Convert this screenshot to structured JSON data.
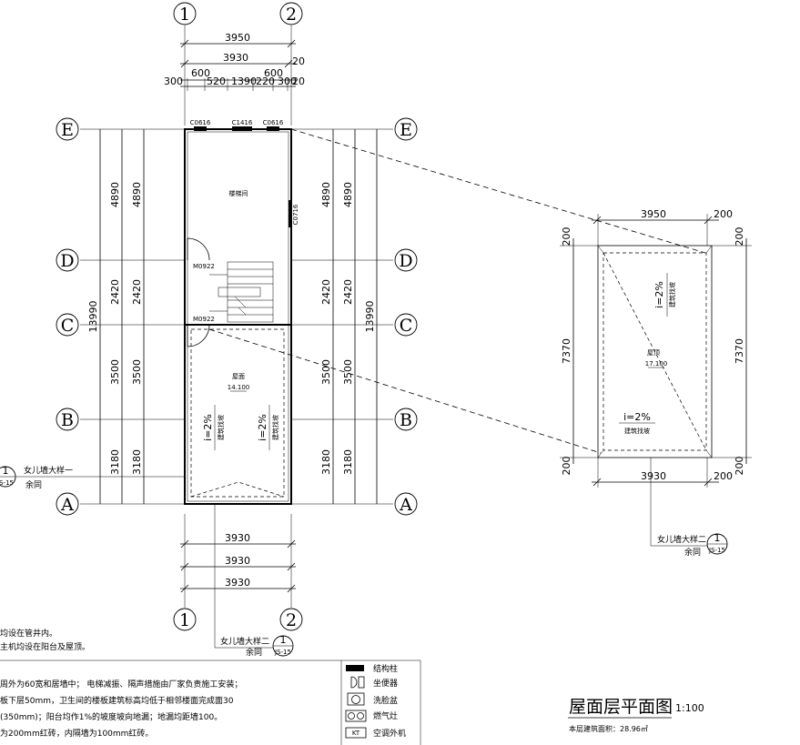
{
  "grid_axes": {
    "g1": "1",
    "g2": "2",
    "gE": "E",
    "gD": "D",
    "gC": "C",
    "gB": "B",
    "gA": "A"
  },
  "dims_top": {
    "d3950": "3950",
    "d3930": "3930",
    "d20": "20",
    "d600a": "600",
    "d600b": "600",
    "d300a": "300",
    "d520": "520",
    "d1390": "1390",
    "d220": "220",
    "d300b": "300",
    "d20b": "20"
  },
  "dims_vertical": {
    "dAE": "13990",
    "dDE": "4890",
    "dCD": "2420",
    "dBC": "3500",
    "dAB": "3180"
  },
  "dims_bottom": {
    "b1": "3930",
    "b2": "3930",
    "b3": "3930"
  },
  "windows": {
    "w1": "C0616",
    "w2": "C1416",
    "w3": "C0616",
    "w4": "C0716"
  },
  "doors": {
    "m1": "M0922",
    "m2": "M0922"
  },
  "rooms": {
    "stair": "楼梯间",
    "roof": "屋面",
    "roof_elev": "14.100"
  },
  "slopes": {
    "text": "i=2%",
    "sub": "建筑找坡"
  },
  "callouts": {
    "parapet1": "女儿墙大样一",
    "parapet2": "女儿墙大样二",
    "same": "余同",
    "num": "1",
    "ref": "JS-15"
  },
  "right_plan": {
    "d3950": "3950",
    "d200": "200",
    "d3930": "3930",
    "d7370": "7370",
    "roof_top": "屋顶",
    "roof_top_elev": "17.100"
  },
  "notes_left": [
    "均设在管井内。",
    "主机均设在阳台及屋顶。",
    "周外为60宽和居墙中；  电梯减振、隔声措施由厂家负责施工安装；",
    "板下层50mm，卫生间的楼板建筑标高均低于相邻楼面完成面30",
    "(350mm)；阳台均作1%的坡度坡向地漏；地漏均距墙100。",
    "为200mm红砖，内隔墙为100mm红砖。"
  ],
  "legend": [
    {
      "icon": "column-icon",
      "label": "结构柱"
    },
    {
      "icon": "toilet-icon",
      "label": "坐便器"
    },
    {
      "icon": "washbasin-icon",
      "label": "洗脸盆"
    },
    {
      "icon": "stove-icon",
      "label": "燃气灶"
    },
    {
      "icon": "ac-unit-icon",
      "label": "空调外机",
      "badge": "KT"
    }
  ],
  "title_block": {
    "title": "屋面层平面图",
    "scale": "1:100",
    "area": "本层建筑面积：28.96㎡"
  }
}
